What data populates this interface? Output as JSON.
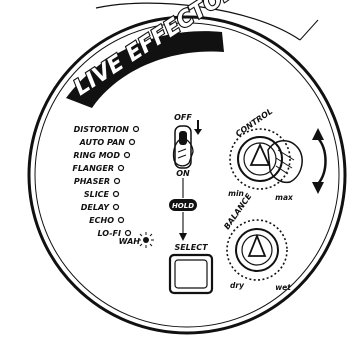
{
  "title": "LIVE EFFECTOR",
  "effects": [
    {
      "label": "DISTORTION"
    },
    {
      "label": "AUTO PAN"
    },
    {
      "label": "RING MOD"
    },
    {
      "label": "FLANGER"
    },
    {
      "label": "PHASER"
    },
    {
      "label": "SLICE"
    },
    {
      "label": "DELAY"
    },
    {
      "label": "ECHO"
    },
    {
      "label": "LO-FI"
    },
    {
      "label": "WAH"
    }
  ],
  "switch": {
    "off_label": "OFF",
    "on_label": "ON"
  },
  "hold_label": "HOLD",
  "select_label": "SELECT",
  "control": {
    "label": "CONTROL",
    "min_label": "min",
    "max_label": "max"
  },
  "balance": {
    "label": "BALANCE",
    "dry_label": "dry",
    "wet_label": "wet"
  },
  "colors": {
    "ink": "#111111",
    "panel": "#ffffff",
    "button_fill": "#c8c8c8"
  },
  "icons": [
    "pointing-hand-icon",
    "rotate-arrows-icon",
    "down-arrow-icon",
    "led-flash-icon"
  ]
}
